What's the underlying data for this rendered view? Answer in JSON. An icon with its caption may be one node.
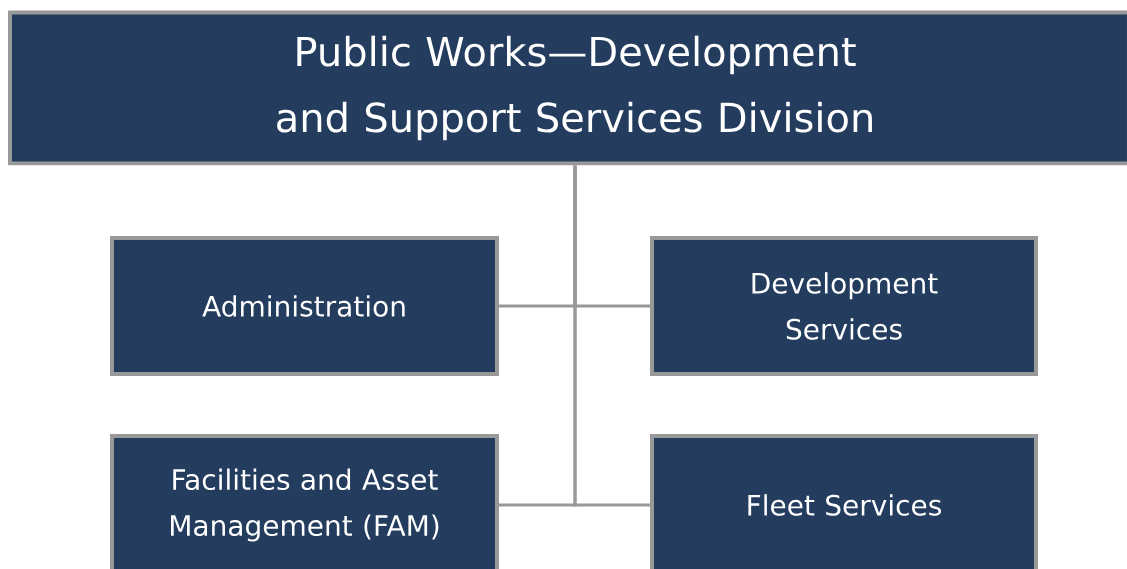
{
  "diagram": {
    "nodes": [
      {
        "text": [
          "Public Works—Development and Support Services Division"
        ]
      },
      {
        "text": [
          "Administration"
        ]
      },
      {
        "text": [
          "Development Services"
        ]
      },
      {
        "text": [
          "Facilities and Asset Management (FAM)"
        ]
      },
      {
        "text": [
          "Fleet Services"
        ]
      }
    ],
    "edges": [
      {
        "from": 0,
        "to": 1,
        "arrow": "none"
      },
      {
        "from": 0,
        "to": 2,
        "arrow": "none"
      },
      {
        "from": 0,
        "to": 3,
        "arrow": "none"
      },
      {
        "from": 0,
        "to": 4,
        "arrow": "none"
      }
    ]
  }
}
